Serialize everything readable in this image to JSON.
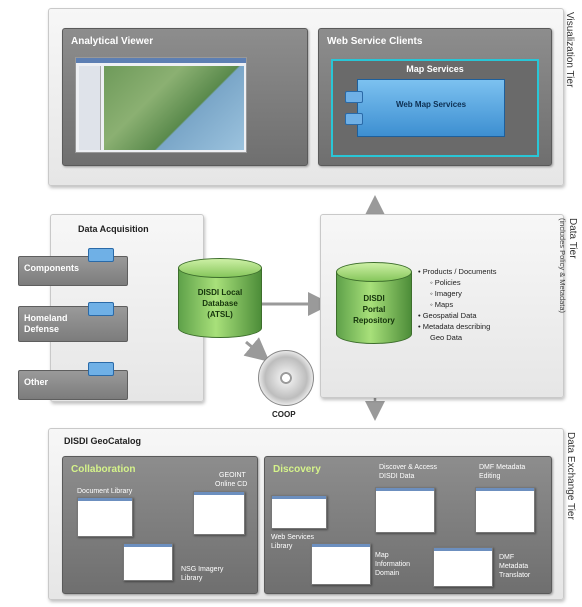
{
  "visualization_tier": {
    "label": "Visualization Tier",
    "analytical_viewer": {
      "title": "Analytical Viewer"
    },
    "web_service_clients": {
      "title": "Web Service Clients",
      "map_services": "Map Services",
      "web_map_service": "Web Map Services"
    }
  },
  "data_acquisition": {
    "title": "Data Acquisition",
    "sources": [
      "Components",
      "Homeland Defense",
      "Other"
    ]
  },
  "local_db": {
    "line1": "DISDI Local",
    "line2": "Database",
    "line3": "(ATSL)"
  },
  "coop": {
    "label": "COOP"
  },
  "data_tier": {
    "label": "Data Tier",
    "sublabel": "(includes Policy & Metadata)",
    "portal": {
      "line1": "DISDI",
      "line2": "Portal",
      "line3": "Repository"
    },
    "products": [
      {
        "text": "• Products / Documents",
        "sub": false
      },
      {
        "text": "◦ Policies",
        "sub": true
      },
      {
        "text": "◦ Imagery",
        "sub": true
      },
      {
        "text": "◦ Maps",
        "sub": true
      },
      {
        "text": "• Geospatial Data",
        "sub": false
      },
      {
        "text": "• Metadata describing",
        "sub": false
      },
      {
        "text": "Geo Data",
        "sub": true
      }
    ]
  },
  "exchange_tier": {
    "label": "Data Exchange Tier",
    "geocatalog": "DISDI GeoCatalog",
    "collaboration": {
      "title": "Collaboration",
      "document_library": "Document Library",
      "geoint_line1": "GEOINT",
      "geoint_line2": "Online CD",
      "nsg_line1": "NSG Imagery",
      "nsg_line2": "Library"
    },
    "discovery": {
      "title": "Discovery",
      "discover_line1": "Discover & Access",
      "discover_line2": "DISDI Data",
      "dmf_edit_line1": "DMF Metadata",
      "dmf_edit_line2": "Editing",
      "web_services_line1": "Web Services",
      "web_services_line2": "Library",
      "map_info_line1": "Map",
      "map_info_line2": "Information",
      "map_info_line3": "Domain",
      "translator_line1": "DMF",
      "translator_line2": "Metadata",
      "translator_line3": "Translator"
    }
  },
  "colors": {
    "panel_gray": "#7a7a7a",
    "cylinder_green": "#8fcf66",
    "service_blue": "#5aa7e0",
    "highlight_cyan": "#29c6d6"
  }
}
